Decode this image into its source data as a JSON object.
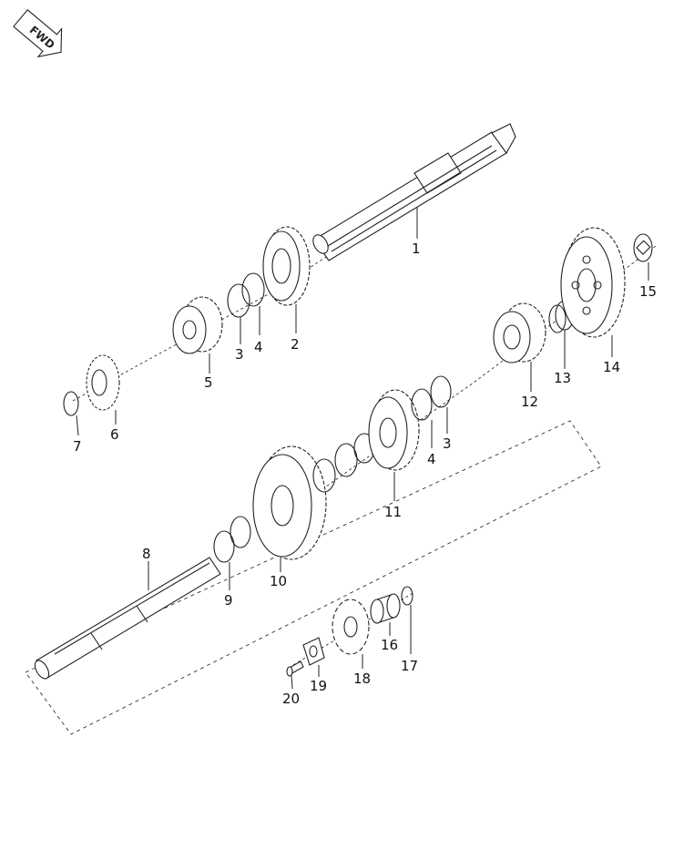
{
  "fwd_badge": {
    "text": "FWD"
  },
  "callouts": [
    "1",
    "2",
    "3",
    "4",
    "5",
    "6",
    "7",
    "8",
    "9",
    "10",
    "11",
    "12",
    "13",
    "14",
    "15",
    "16",
    "17",
    "18",
    "19",
    "20"
  ]
}
